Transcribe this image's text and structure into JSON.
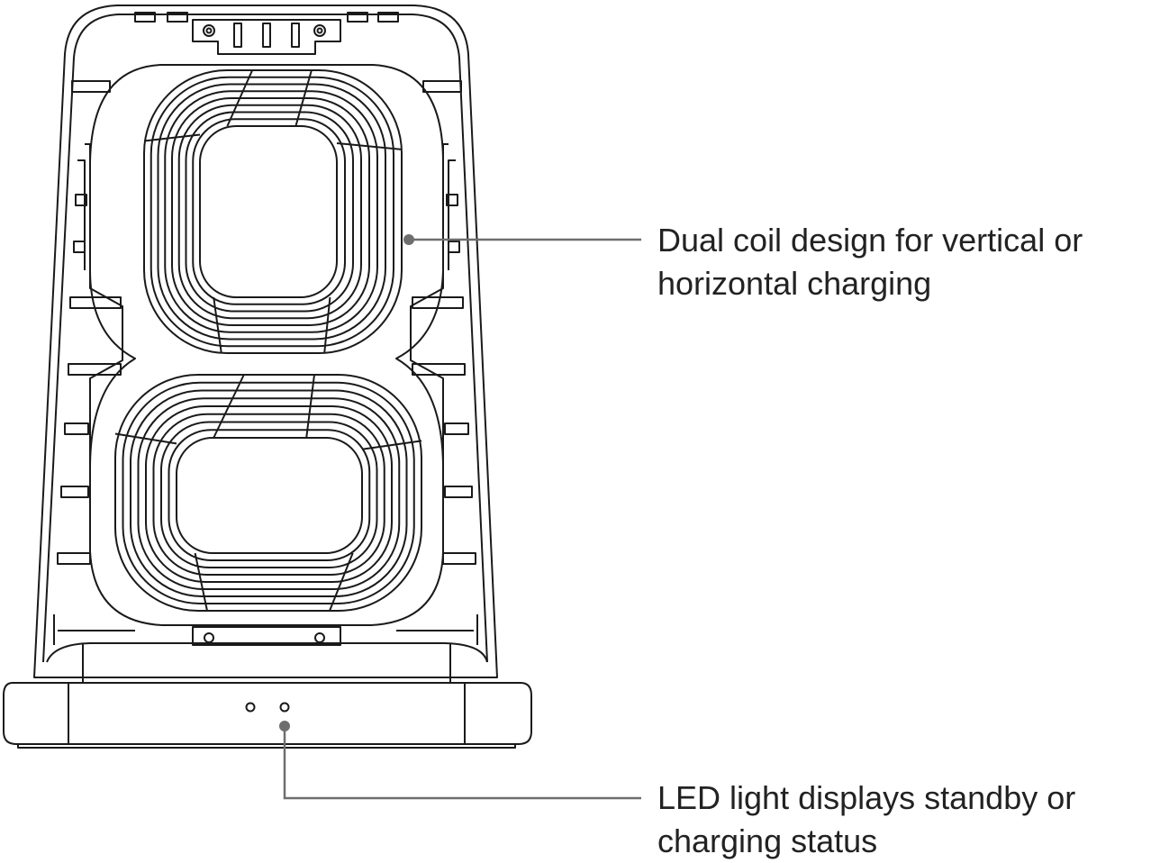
{
  "callouts": {
    "coil": "Dual coil design for vertical or\nhorizontal charging",
    "led": "LED light displays standby or\ncharging status"
  },
  "colors": {
    "outline": "#1a1a1a",
    "leader": "#6e6e6e",
    "text": "#222222"
  },
  "coils": {
    "top_turns": 9,
    "bottom_turns": 9,
    "led_count": 2
  }
}
